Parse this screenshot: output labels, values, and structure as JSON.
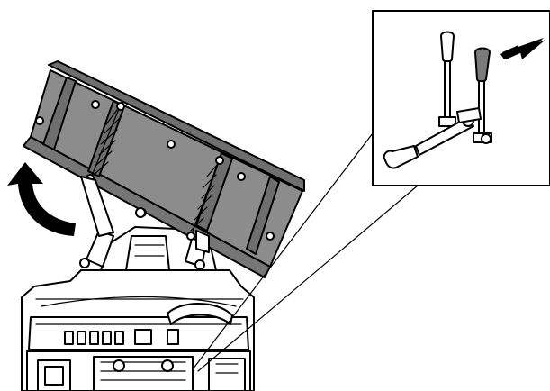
{
  "figure": {
    "colors": {
      "outline": "#000000",
      "blade": "#8c8c8c",
      "blade_dark": "#6e6e6e",
      "body": "#ffffff",
      "arrow": "#000000"
    },
    "icons": [
      "curved-raise-arrow-icon",
      "callout-pointer-arrow-icon"
    ],
    "callout": {
      "shows": "control-levers",
      "lever_count": 3,
      "highlighted_lever": "rear-right-lever"
    }
  }
}
